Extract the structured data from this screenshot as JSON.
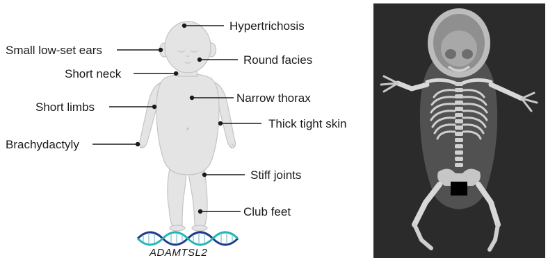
{
  "labels": {
    "hypertrichosis": "Hypertrichosis",
    "small_low_set_ears": "Small low-set ears",
    "round_facies": "Round facies",
    "short_neck": "Short neck",
    "short_limbs": "Short limbs",
    "narrow_thorax": "Narrow thorax",
    "thick_tight_skin": "Thick tight skin",
    "brachydactyly": "Brachydactyly",
    "stiff_joints": "Stiff joints",
    "club_feet": "Club feet"
  },
  "gene": "ADAMTSL2",
  "colors": {
    "helix_dark": "#1f3a8a",
    "helix_teal": "#25b5b5",
    "xray_background": "#2b2b2b",
    "figure_skin": "#e4e4e4"
  }
}
